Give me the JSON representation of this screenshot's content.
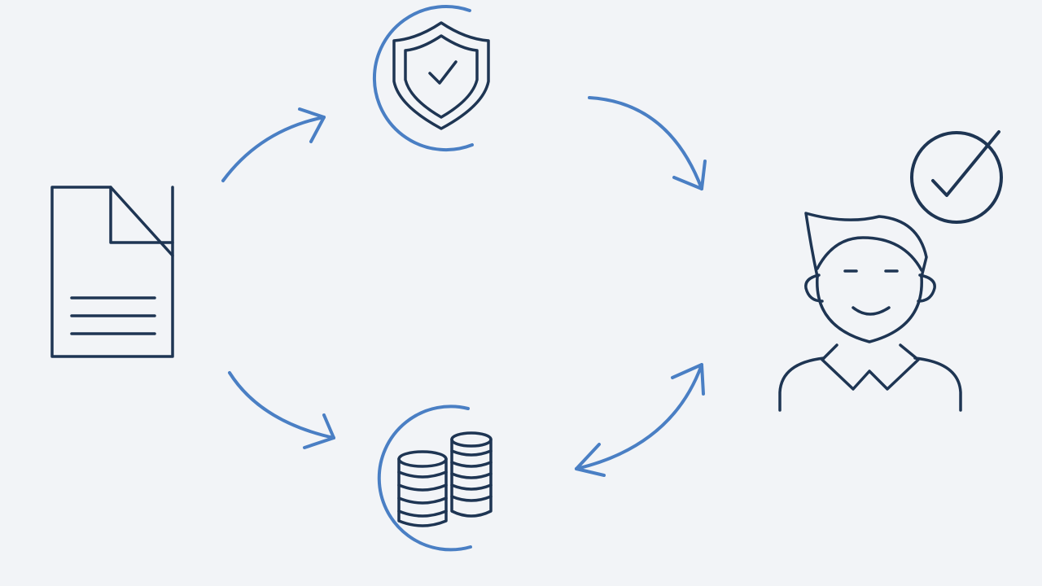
{
  "colors": {
    "background": "#f2f4f7",
    "icon_stroke": "#1e3553",
    "accent": "#4a7fc4"
  },
  "nodes": [
    {
      "id": "document",
      "icon": "document-icon"
    },
    {
      "id": "security",
      "icon": "shield-check-icon"
    },
    {
      "id": "payment",
      "icon": "coin-stacks-icon"
    },
    {
      "id": "customer",
      "icon": "smiling-person-icon"
    },
    {
      "id": "approval",
      "icon": "check-circle-icon"
    }
  ],
  "connections": [
    {
      "from": "document",
      "to": "security",
      "direction": "one-way"
    },
    {
      "from": "security",
      "to": "customer",
      "direction": "one-way"
    },
    {
      "from": "document",
      "to": "payment",
      "direction": "one-way"
    },
    {
      "from": "payment",
      "to": "customer",
      "direction": "two-way"
    }
  ]
}
